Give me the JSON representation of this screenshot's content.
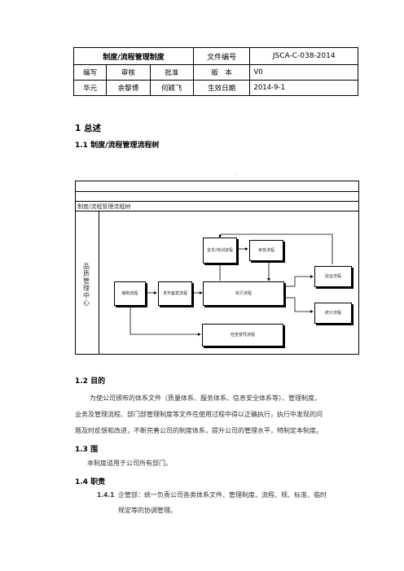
{
  "header_table": {
    "title": "制度/流程管理制度",
    "doc_no_label": "文件编号",
    "doc_no_value": "JSCA-C-038-2014",
    "prepared_label": "编写",
    "review_label": "审核",
    "approve_label": "批准",
    "version_label": "版　本",
    "version_value": "V0",
    "prepared_by": "华元",
    "reviewed_by": "余黎博",
    "approved_by": "何颖飞",
    "effective_label": "生效日期",
    "effective_value": "2014-9-1"
  },
  "sections": {
    "s1": "1  总述",
    "s1_1": "1.1 制度/流程管理流程树",
    "s1_2": "1.2 目的",
    "s1_2_p1": "为使公司颁布的体系文件（质量体系、服务体系、信息安全体系等）、管理制度、",
    "s1_2_p2": "业务及管理流程、部门部管理制度等文件在使用过程中得以正确执行，执行中发现的问",
    "s1_2_p3": "题及时反馈和改进，不断完善公司的制度体系，提升公司的管理水平，特制定本制度。",
    "s1_3": "1.3 围",
    "s1_3_p": "本制度适用于公司所有部门。",
    "s1_4": "1.4 职责",
    "s1_4_1_no": "1.4.1",
    "s1_4_1_a": "企管部：统一负责公司各类体系文件、管理制度、流程、规、标准、临时",
    "s1_4_1_b": "规定等的协调管理。"
  },
  "flow": {
    "dot": "·",
    "tree_title": "制度/流程管理流程树",
    "lane": "品质管理中心",
    "boxes": {
      "solicit": "宣贯/培训流程",
      "assess": "考核流程",
      "verify": "验证流程",
      "compile": "编制流程",
      "publish": "发布备案流程",
      "execute": "执行流程",
      "statistics": "统计流程",
      "inspect": "检查督导流程"
    }
  }
}
